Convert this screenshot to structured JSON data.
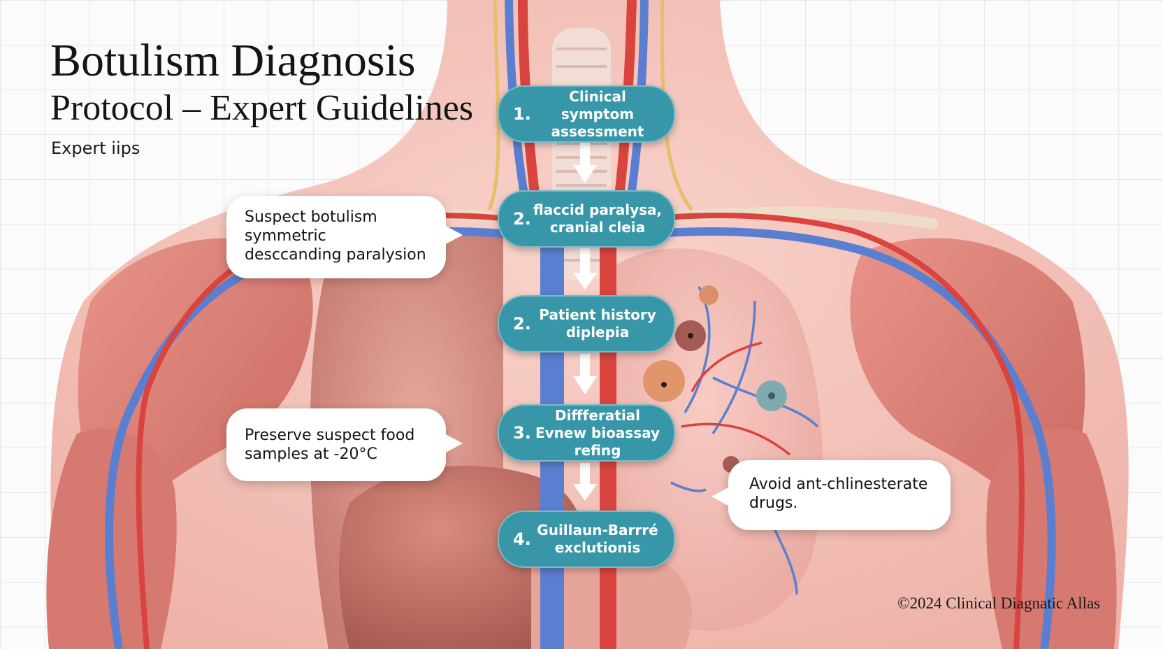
{
  "header": {
    "title_line1": "Botulism Diagnosis",
    "title_line2": "Protocol – Expert Guidelines",
    "subtitle": "Expert iips"
  },
  "steps": [
    {
      "number": "1.",
      "text": "Clinical symptom assessment"
    },
    {
      "number": "2.",
      "text": "flaccid paralysa, cranial cleia"
    },
    {
      "number": "2.",
      "text": "Patient history diplepia"
    },
    {
      "number": "3.",
      "text": "Diffferatial Evnew bioassay refing"
    },
    {
      "number": "4.",
      "text": "Guillaun-Barrré exclutionis"
    }
  ],
  "tips": [
    {
      "text": "Suspect botulism symmetric desccanding paralysion"
    },
    {
      "text": "Preserve suspect food samples at -20°C"
    },
    {
      "text": "Avoid ant-chlinesterate drugs."
    }
  ],
  "footer": {
    "copyright": "©2024 Clinical Diagnatic Allas"
  },
  "colors": {
    "step_fill": "#3797a8",
    "vein": "#5b7fd0",
    "artery": "#d9443f",
    "skin": "#f4c3bb",
    "muscle": "#d97c74"
  }
}
